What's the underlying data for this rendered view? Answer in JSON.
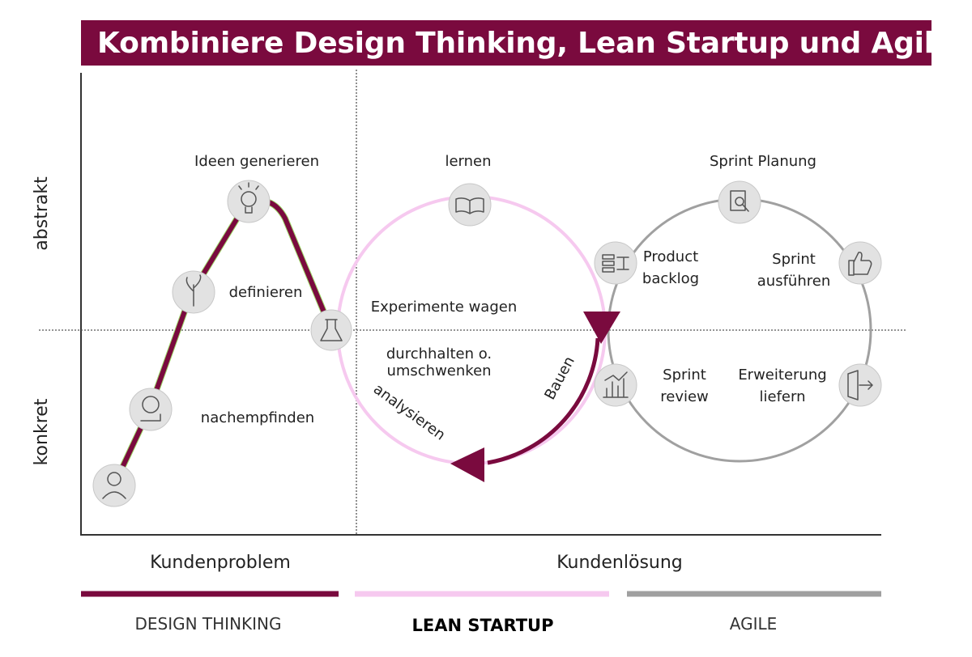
{
  "title": "Kombiniere Design Thinking, Lean Startup und Agil",
  "axes": {
    "y_top": "abstrakt",
    "y_bottom": "konkret",
    "x_left": "Kundenproblem",
    "x_right": "Kundenlösung"
  },
  "design_thinking": {
    "steps": [
      "Ideen generieren",
      "definieren",
      "nachempfinden"
    ]
  },
  "lean_startup": {
    "steps": [
      "lernen",
      "Experimente wagen",
      "durchhalten o.",
      "umschwenken",
      "analysieren",
      "Bauen"
    ]
  },
  "agile": {
    "steps": [
      "Sprint Planung",
      "Product",
      "backlog",
      "Sprint",
      "ausführen",
      "Sprint",
      "review",
      "Erweiterung",
      "liefern"
    ]
  },
  "legend": [
    {
      "label": "DESIGN THINKING",
      "color": "#7a0a3e"
    },
    {
      "label": "LEAN STARTUP",
      "color": "#f6c9ef"
    },
    {
      "label": "AGILE",
      "color": "#999999"
    }
  ],
  "colors": {
    "design_thinking": "#7a0a3e",
    "lean_startup": "#f6c9ef",
    "agile": "#999999",
    "title_bar": "#7a0a3e"
  },
  "icons": [
    "person-icon",
    "empathy-face-icon",
    "plant-sprout-icon",
    "lightbulb-icon",
    "flask-icon",
    "book-icon",
    "backlog-list-icon",
    "document-search-icon",
    "thumbs-up-icon",
    "chart-review-icon",
    "door-exit-icon"
  ]
}
